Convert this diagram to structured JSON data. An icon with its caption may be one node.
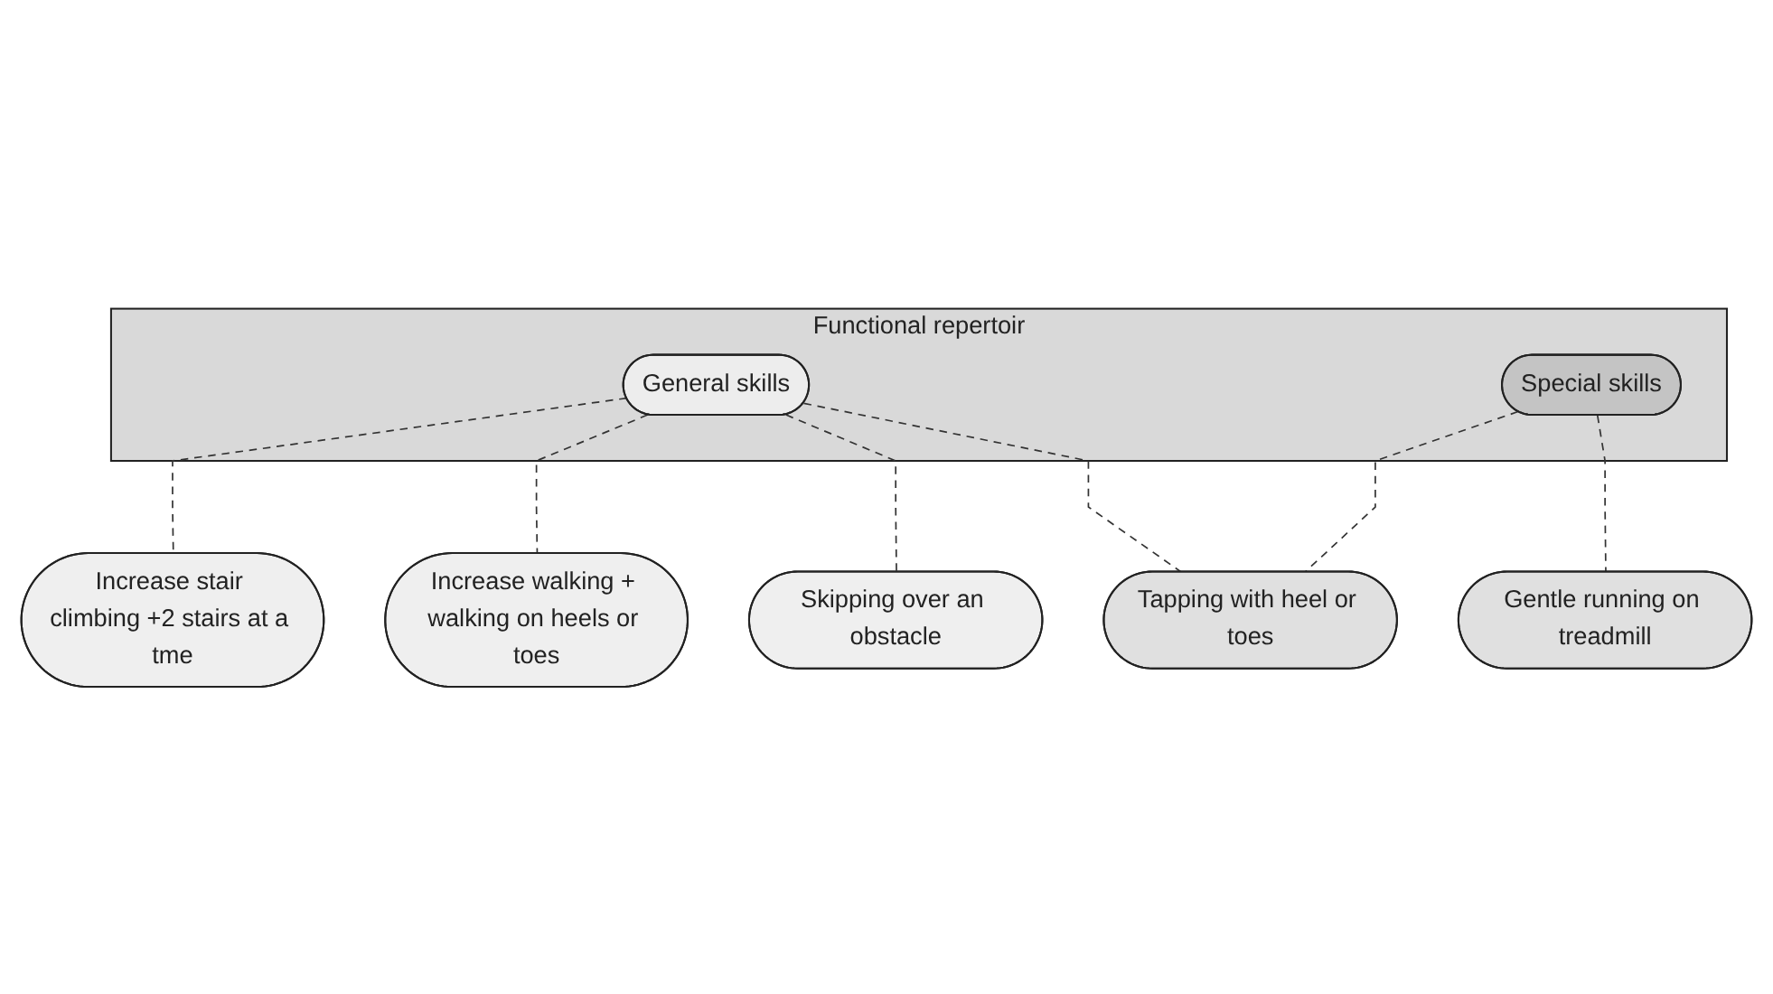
{
  "diagram": {
    "nodes": [
      {
        "text": [
          "Functional repertoir"
        ]
      },
      {
        "text": [
          "General skills"
        ],
        "in": 0
      },
      {
        "text": [
          "Special skills"
        ],
        "in": 0
      },
      {
        "text": [
          "Increase stair climbing +2 stairs at a tme"
        ]
      },
      {
        "text": [
          "Increase walking + walking on heels or toes"
        ]
      },
      {
        "text": [
          "Skipping over an obstacle"
        ]
      },
      {
        "text": [
          "Tapping with heel or toes"
        ]
      },
      {
        "text": [
          "Gentle running on treadmill"
        ]
      }
    ],
    "edges": [
      {
        "from": 1,
        "to": 3,
        "arrow": "none",
        "style": "dashed"
      },
      {
        "from": 1,
        "to": 4,
        "arrow": "none",
        "style": "dashed"
      },
      {
        "from": 1,
        "to": 5,
        "arrow": "none",
        "style": "dashed"
      },
      {
        "from": 1,
        "to": 6,
        "arrow": "none",
        "style": "dashed"
      },
      {
        "from": 2,
        "to": 6,
        "arrow": "none",
        "style": "dashed"
      },
      {
        "from": 2,
        "to": 7,
        "arrow": "none",
        "style": "dashed"
      }
    ]
  }
}
